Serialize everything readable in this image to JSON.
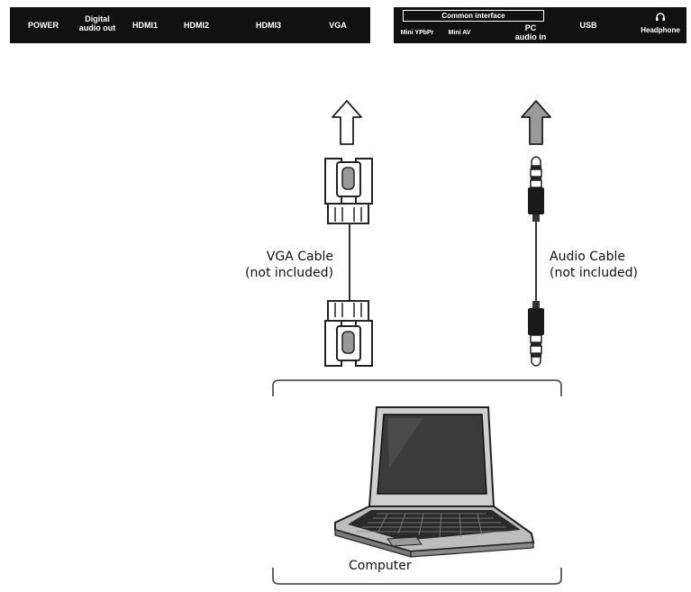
{
  "tv_panel_left": {
    "ports": {
      "power": "POWER",
      "digital_audio_line1": "Digital",
      "digital_audio_line2": "audio out",
      "hdmi1": "HDMI1",
      "hdmi2": "HDMI2",
      "hdmi3": "HDMI3",
      "vga": "VGA"
    }
  },
  "tv_panel_right": {
    "common_interface": "Common interface",
    "ports": {
      "mini_ypbpr": "Mini YPbPr",
      "mini_av": "Mini AV",
      "pc_audio_line1": "PC",
      "pc_audio_line2": "audio in",
      "usb": "USB",
      "headphone": "Headphone"
    }
  },
  "cables": {
    "vga": {
      "line1": "VGA Cable",
      "line2": "(not included)"
    },
    "audio": {
      "line1": "Audio Cable",
      "line2": "(not included)"
    }
  },
  "computer_label": "Computer",
  "colors": {
    "panel": "#111111",
    "arrow_vga_fill": "#ffffff",
    "arrow_audio_fill": "#9a9a9a",
    "line": "#333333"
  },
  "icons": [
    "arrow-up-icon",
    "vga-connector-icon",
    "audio-jack-icon",
    "laptop-icon",
    "headphone-icon"
  ]
}
